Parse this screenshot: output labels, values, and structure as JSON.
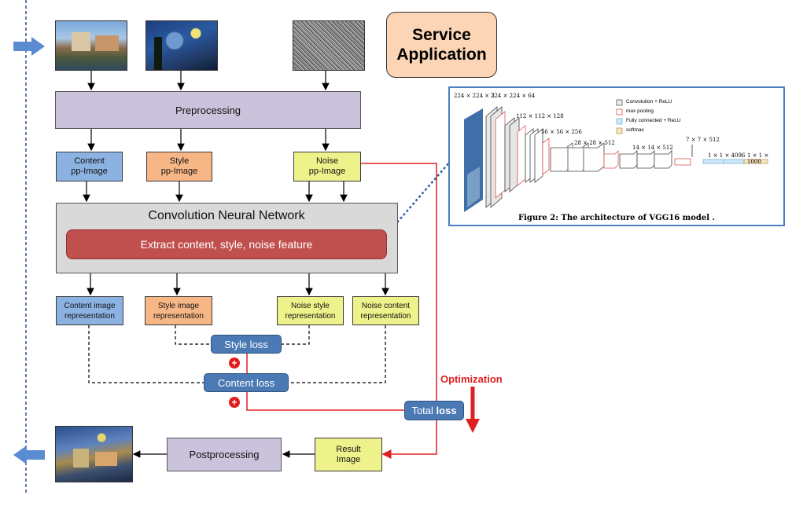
{
  "service_application": {
    "line1": "Service",
    "line2": "Application"
  },
  "preprocessing": "Preprocessing",
  "pp_images": [
    {
      "line1": "Content",
      "line2": "pp-Image"
    },
    {
      "line1": "Style",
      "line2": "pp-Image"
    },
    {
      "line1": "Noise",
      "line2": "pp-Image"
    }
  ],
  "cnn": {
    "title": "Convolution Neural Network",
    "extract": "Extract content, style, noise feature"
  },
  "representations": [
    {
      "line1": "Content image",
      "line2": "representation"
    },
    {
      "line1": "Style image",
      "line2": "representation"
    },
    {
      "line1": "Noise style",
      "line2": "representation"
    },
    {
      "line1": "Noise content",
      "line2": "representation"
    }
  ],
  "style_loss": "Style loss",
  "content_loss": "Content loss",
  "total_loss": {
    "prefix": "Total ",
    "bold": "loss"
  },
  "optimization": "Optimization",
  "postprocessing": "Postprocessing",
  "result_image": {
    "line1": "Result",
    "line2": "Image"
  },
  "plus_sign": "+",
  "vgg": {
    "caption": "Figure 2:  The architecture of VGG16 model .",
    "dims": [
      "224 × 224 × 3",
      "224 × 224 × 64",
      "112 × 112 × 128",
      "56 × 56 × 256",
      "28 × 28 × 512",
      "14 × 14 × 512",
      "7 × 7 × 512",
      "1 × 1 × 4096",
      "1 × 1 × 1000"
    ],
    "legend": [
      "Convolution + ReLU",
      "max pooling",
      "Fully connected + ReLU",
      "softmax"
    ]
  },
  "colors": {
    "arrow_blue": "#4f81bd",
    "red_line": "#e02020",
    "pill_blue": "#4a79b4",
    "extract_red": "#c0504d",
    "service_bg": "#fbd5b5"
  }
}
